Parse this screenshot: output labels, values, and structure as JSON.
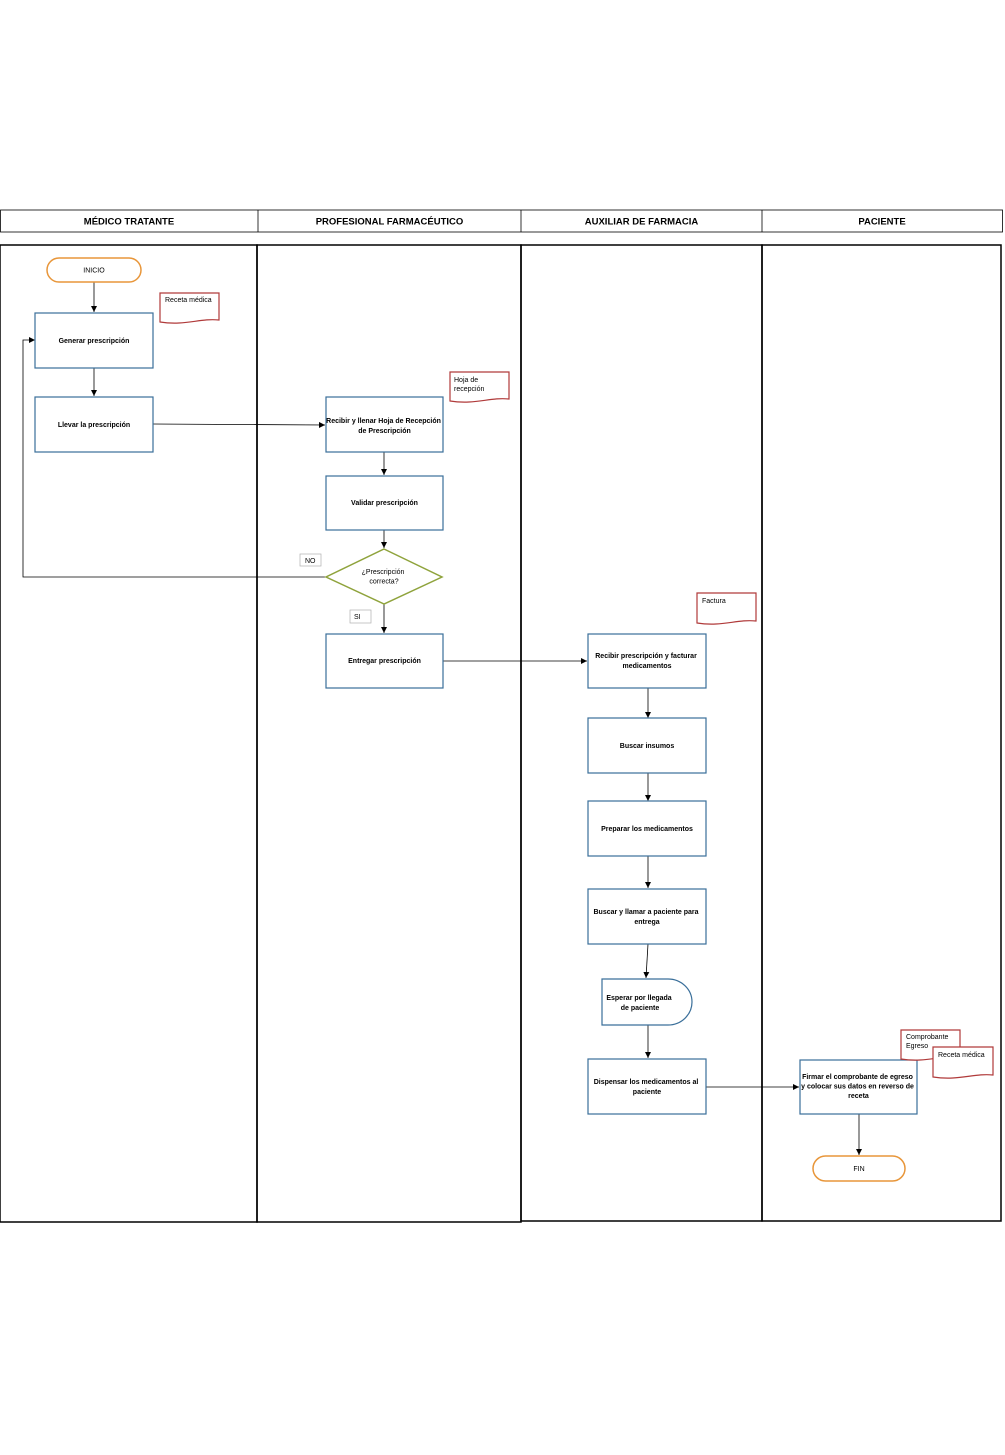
{
  "lanes": {
    "medico": "MÉDICO TRATANTE",
    "farmaceutico": "PROFESIONAL FARMACÉUTICO",
    "auxiliar": "AUXILIAR DE FARMACIA",
    "paciente": "PACIENTE"
  },
  "terminals": {
    "start": "INICIO",
    "end": "FIN"
  },
  "processes": {
    "generar": [
      "Generar prescripción"
    ],
    "llevar": [
      "Llevar la prescripción"
    ],
    "recibir_llenar": [
      "Recibir y llenar Hoja de Recepción",
      "de Prescripción"
    ],
    "validar": [
      "Validar prescripción"
    ],
    "entregar": [
      "Entregar prescripción"
    ],
    "recibir_facturar": [
      "Recibir prescripción y facturar",
      "medicamentos"
    ],
    "buscar_insumos": [
      "Buscar insumos"
    ],
    "preparar": [
      "Preparar los medicamentos"
    ],
    "buscar_llamar": [
      "Buscar y llamar a paciente para",
      "entrega"
    ],
    "esperar": [
      "Esperar  por llegada",
      "de paciente"
    ],
    "dispensar": [
      "Dispensar los medicamentos al",
      "paciente"
    ],
    "firmar": [
      "Firmar el comprobante de egreso",
      "y colocar sus datos en reverso de",
      "receta"
    ]
  },
  "decision": [
    "¿Prescripción",
    "correcta?"
  ],
  "labels": {
    "no": "NO",
    "si": "SI"
  },
  "documents": {
    "receta1": [
      "Receta médica"
    ],
    "hoja": [
      "Hoja de",
      "recepción"
    ],
    "factura": [
      "Factura"
    ],
    "comprobante": [
      "Comprobante",
      "Egreso"
    ],
    "receta2": [
      "Receta médica"
    ]
  },
  "colors": {
    "process_border": "#3a6f9a",
    "terminal_border": "#e8963a",
    "decision_border": "#8fa33c",
    "document_border": "#b03a3a",
    "lane_border": "#000000"
  }
}
